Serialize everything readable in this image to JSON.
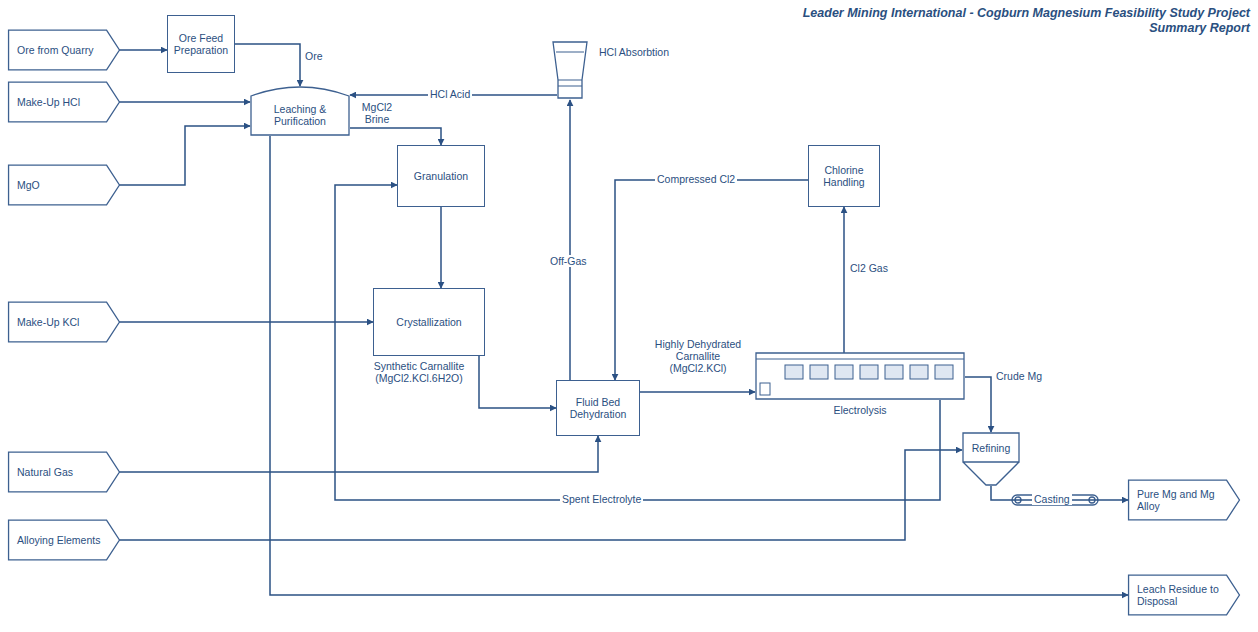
{
  "diagram": {
    "title": "Leader Mining International - Cogburn Magnesium Feasibility Study Project Summary Report",
    "nodes": [
      {
        "text": [
          "Ore from Quarry"
        ]
      },
      {
        "text": [
          "Ore Feed Preparation"
        ]
      },
      {
        "text": [
          "Make-Up HCl"
        ]
      },
      {
        "text": [
          "Leaching & Purification"
        ]
      },
      {
        "text": [
          "HCl Absorbtion"
        ]
      },
      {
        "text": [
          "MgO"
        ]
      },
      {
        "text": [
          "Granulation"
        ]
      },
      {
        "text": [
          "Make-Up KCl"
        ]
      },
      {
        "text": [
          "Crystallization"
        ]
      },
      {
        "text": [
          "Chlorine Handling"
        ]
      },
      {
        "text": [
          "Fluid Bed Dehydration"
        ]
      },
      {
        "text": [
          "Electrolysis"
        ]
      },
      {
        "text": [
          "Natural Gas"
        ]
      },
      {
        "text": [
          "Refining"
        ]
      },
      {
        "text": [
          "Alloying Elements"
        ]
      },
      {
        "text": [
          "Pure Mg and Mg Alloy"
        ]
      },
      {
        "text": [
          "Leach Residue to Disposal"
        ]
      }
    ],
    "edges": [
      {
        "from": 0,
        "to": 1,
        "arrow": "to"
      },
      {
        "from": 1,
        "to": 3,
        "label": "Ore",
        "arrow": "to"
      },
      {
        "from": 2,
        "to": 3,
        "arrow": "to"
      },
      {
        "from": 5,
        "to": 3,
        "arrow": "to"
      },
      {
        "from": 4,
        "to": 3,
        "label": "HCl Acid",
        "arrow": "to"
      },
      {
        "from": 3,
        "to": 6,
        "label": "MgCl2 Brine",
        "arrow": "to"
      },
      {
        "from": 6,
        "to": 8,
        "arrow": "to"
      },
      {
        "from": 7,
        "to": 8,
        "arrow": "to"
      },
      {
        "from": 8,
        "to": 10,
        "label": "Synthetic Carnallite (MgCl2.KCl.6H2O)",
        "arrow": "to"
      },
      {
        "from": 10,
        "to": 4,
        "label": "Off-Gas",
        "arrow": "to"
      },
      {
        "from": 9,
        "to": 10,
        "label": "Compressed Cl2",
        "arrow": "to"
      },
      {
        "from": 10,
        "to": 11,
        "label": "Highly Dehydrated Carnallite (MgCl2.KCl)",
        "arrow": "to"
      },
      {
        "from": 11,
        "to": 9,
        "label": "Cl2 Gas",
        "arrow": "to"
      },
      {
        "from": 12,
        "to": 10,
        "arrow": "to"
      },
      {
        "from": 11,
        "to": 6,
        "label": "Spent Electrolyte",
        "arrow": "to"
      },
      {
        "from": 11,
        "to": 13,
        "label": "Crude Mg",
        "arrow": "to"
      },
      {
        "from": 14,
        "to": 13,
        "arrow": "to"
      },
      {
        "from": 13,
        "to": 15,
        "label": "Casting",
        "arrow": "to"
      },
      {
        "from": 3,
        "to": 16,
        "arrow": "to"
      }
    ]
  }
}
